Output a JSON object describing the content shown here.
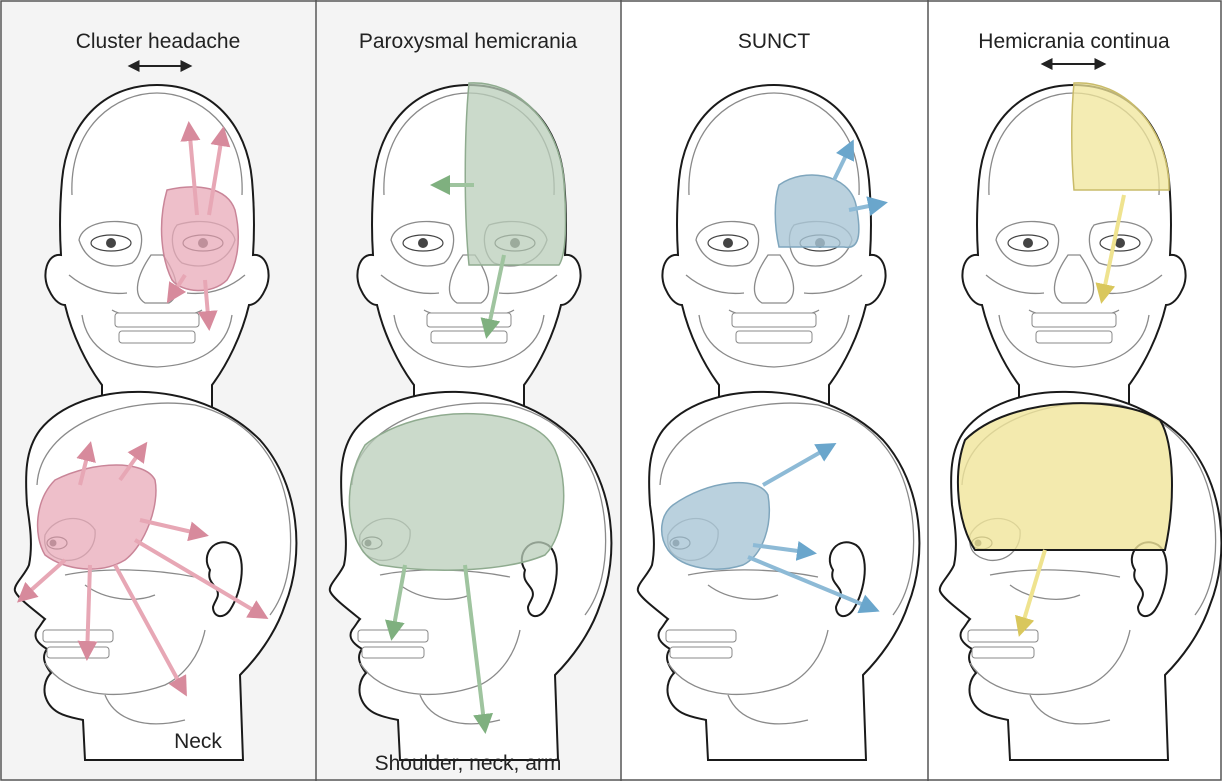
{
  "panels": [
    {
      "title": "Cluster headache",
      "bilateral_arrow": true,
      "note": "Neck",
      "color": "#e8a9b8",
      "arrow_color": "#e7a7b5"
    },
    {
      "title": "Paroxysmal hemicrania",
      "bilateral_arrow": false,
      "note": "Shoulder, neck, arm",
      "color": "#b9cdb9",
      "arrow_color": "#9fc49f"
    },
    {
      "title": "SUNCT",
      "bilateral_arrow": false,
      "note": "",
      "color": "#a9c6d6",
      "arrow_color": "#8dbad6"
    },
    {
      "title": "Hemicrania continua",
      "bilateral_arrow": true,
      "note": "",
      "color": "#f0e59a",
      "arrow_color": "#efe38f"
    }
  ]
}
